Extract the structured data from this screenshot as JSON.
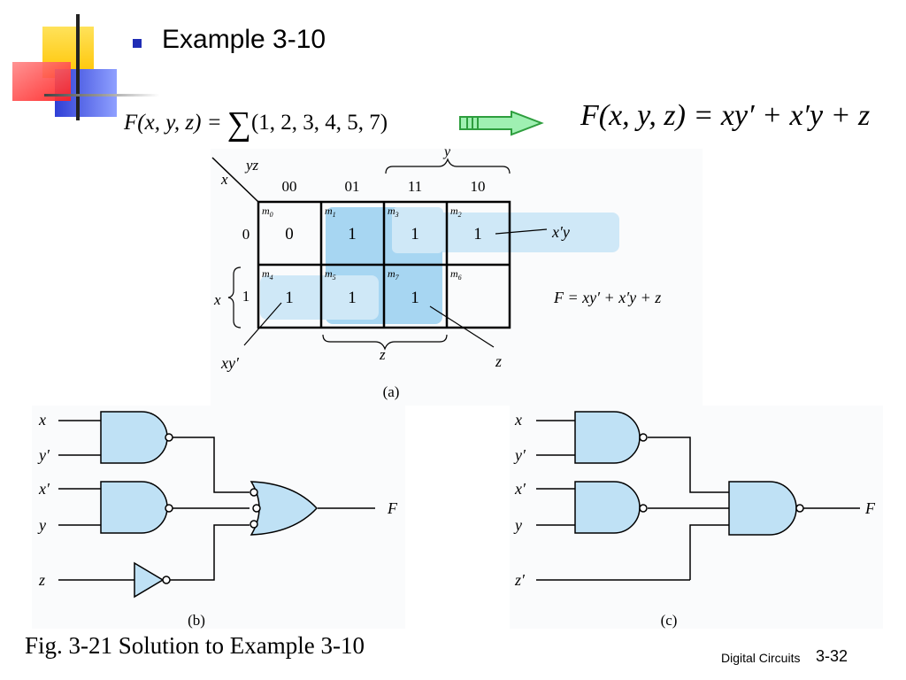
{
  "slide": {
    "title": "Example 3-10",
    "caption": "Fig. 3-21  Solution to Example 3-10",
    "footer_label": "Digital Circuits",
    "footer_page": "3-32"
  },
  "formula": {
    "left_lhs": "F(x, y, z) =",
    "sigma": "∑",
    "left_rhs": "(1, 2, 3, 4, 5, 7)",
    "right": "F(x, y, z) = xy′ + x′y + z"
  },
  "kmap": {
    "corner_col_var": "yz",
    "corner_row_var": "x",
    "col_labels": [
      "00",
      "01",
      "11",
      "10"
    ],
    "row_labels": [
      "0",
      "1"
    ],
    "y_brace_label": "y",
    "x_brace_label": "x",
    "z_brace_label": "z",
    "cells": [
      [
        {
          "m": "m",
          "sub": "0",
          "v": "0"
        },
        {
          "m": "m",
          "sub": "1",
          "v": "1"
        },
        {
          "m": "m",
          "sub": "3",
          "v": "1"
        },
        {
          "m": "m",
          "sub": "2",
          "v": "1"
        }
      ],
      [
        {
          "m": "m",
          "sub": "4",
          "v": "1"
        },
        {
          "m": "m",
          "sub": "5",
          "v": "1"
        },
        {
          "m": "m",
          "sub": "7",
          "v": "1"
        },
        {
          "m": "m",
          "sub": "6",
          "v": ""
        }
      ]
    ],
    "term_xpy": "x′y",
    "term_xyp": "xy′",
    "term_z": "z",
    "equation": "F = xy′ + x′y + z",
    "sublabel": "(a)"
  },
  "circuit_b": {
    "inputs": [
      "x",
      "y′",
      "x′",
      "y",
      "z"
    ],
    "output": "F",
    "sublabel": "(b)"
  },
  "circuit_c": {
    "inputs": [
      "x",
      "y′",
      "x′",
      "y",
      "z′"
    ],
    "output": "F",
    "sublabel": "(c)"
  },
  "colors": {
    "bullet": "#1f2db5",
    "group_light": "#cfe8f7",
    "group_dark": "#a7d6f2",
    "gate_fill": "#bfe1f5",
    "arrow_fill": "#9ff0b2",
    "arrow_stroke": "#2e9e3e",
    "deco_yellow": "#ffd200",
    "deco_red": "#ff3b3b",
    "deco_blue": "#3344d8"
  }
}
